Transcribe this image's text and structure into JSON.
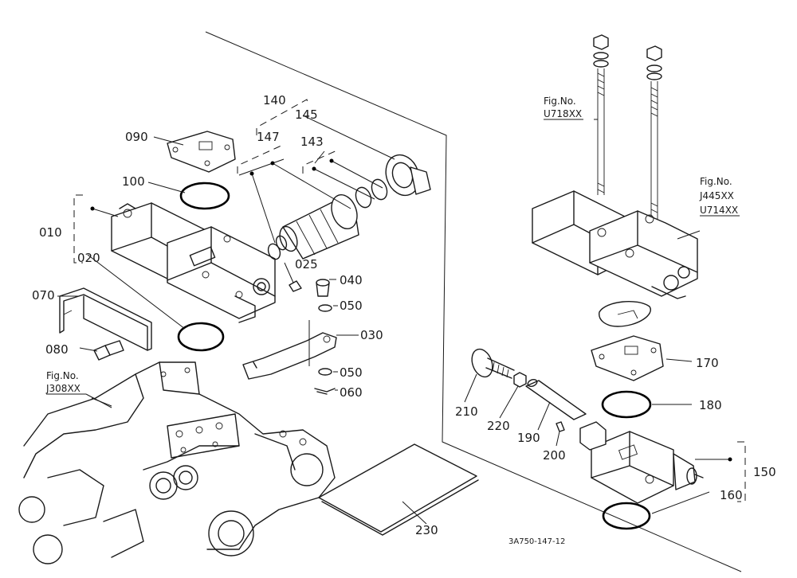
{
  "diagram": {
    "callouts": {
      "p010": "010",
      "p020": "020",
      "p025": "025",
      "p030": "030",
      "p040": "040",
      "p050a": "050",
      "p050b": "050",
      "p060": "060",
      "p070": "070",
      "p080": "080",
      "p090": "090",
      "p100": "100",
      "p140": "140",
      "p143": "143",
      "p145": "145",
      "p147": "147",
      "p150": "150",
      "p160": "160",
      "p170": "170",
      "p180": "180",
      "p190": "190",
      "p200": "200",
      "p210": "210",
      "p220": "220",
      "p230": "230"
    },
    "figure_refs": {
      "fig_label": "Fig.No.",
      "ref_u718": "U718XX",
      "ref_j445": "J445XX",
      "ref_u714": "U714XX",
      "ref_j308": "J308XX"
    },
    "drawing_code": "3A750-147-12"
  }
}
